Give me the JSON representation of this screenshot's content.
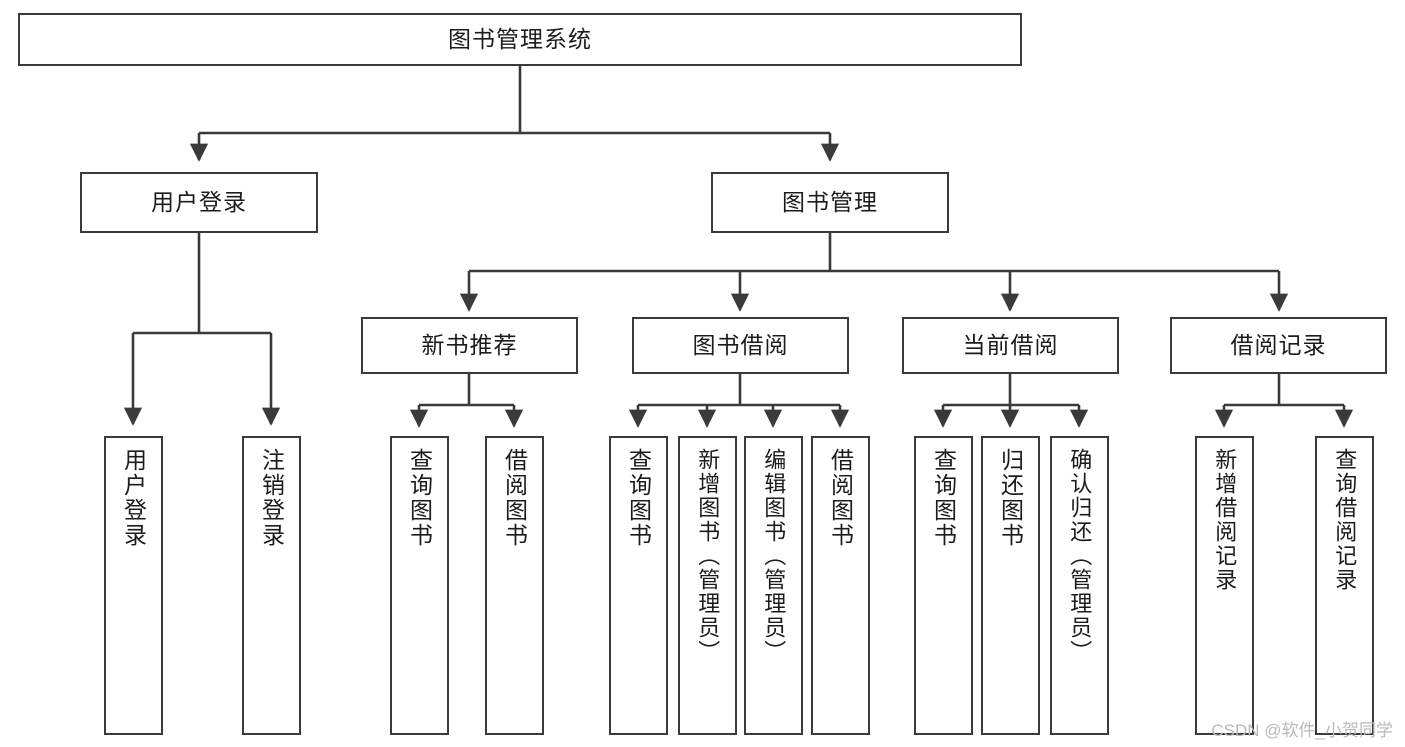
{
  "diagram": {
    "title": "图书管理系统",
    "type": "功能结构图",
    "colors": {
      "box_border": "#3a3a3a",
      "box_fill": "#ffffff",
      "line": "#3a3a3a",
      "text": "#1c1c1c",
      "watermark": "#b9b9b9",
      "background": "#ffffff"
    },
    "root": {
      "label": "图书管理系统"
    },
    "level2": [
      {
        "label": "用户登录"
      },
      {
        "label": "图书管理"
      }
    ],
    "level3": [
      {
        "label": "新书推荐"
      },
      {
        "label": "图书借阅"
      },
      {
        "label": "当前借阅"
      },
      {
        "label": "借阅记录"
      }
    ],
    "leaves": {
      "user_login": [
        {
          "label": "用户登录"
        },
        {
          "label": "注销登录"
        }
      ],
      "new_book_recommend": [
        {
          "label": "查询图书"
        },
        {
          "label": "借阅图书"
        }
      ],
      "book_borrow": [
        {
          "label": "查询图书"
        },
        {
          "label": "新增图书（管理员）"
        },
        {
          "label": "编辑图书（管理员）"
        },
        {
          "label": "借阅图书"
        }
      ],
      "current_borrow": [
        {
          "label": "查询图书"
        },
        {
          "label": "归还图书"
        },
        {
          "label": "确认归还（管理员）"
        }
      ],
      "borrow_record": [
        {
          "label": "新增借阅记录"
        },
        {
          "label": "查询借阅记录"
        }
      ]
    },
    "watermark": "CSDN @软件_小贺同学"
  }
}
